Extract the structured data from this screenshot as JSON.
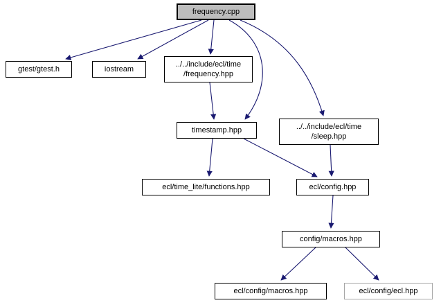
{
  "diagram": {
    "type": "include-dependency-graph",
    "edge_color": "#191970",
    "main_node_fill": "#bdbdbd",
    "nodes": [
      {
        "id": "frequency-cpp",
        "label": "frequency.cpp"
      },
      {
        "id": "gtest-gtest-h",
        "label": "gtest/gtest.h"
      },
      {
        "id": "iostream",
        "label": "iostream"
      },
      {
        "id": "frequency-hpp",
        "label": "../../include/ecl/time\n/frequency.hpp"
      },
      {
        "id": "timestamp-hpp",
        "label": "timestamp.hpp"
      },
      {
        "id": "sleep-hpp",
        "label": "../../include/ecl/time\n/sleep.hpp"
      },
      {
        "id": "functions-hpp",
        "label": "ecl/time_lite/functions.hpp"
      },
      {
        "id": "config-hpp",
        "label": "ecl/config.hpp"
      },
      {
        "id": "config-macros-hpp",
        "label": "config/macros.hpp"
      },
      {
        "id": "ecl-config-macros-hpp",
        "label": "ecl/config/macros.hpp"
      },
      {
        "id": "ecl-config-ecl-hpp",
        "label": "ecl/config/ecl.hpp"
      }
    ],
    "edges": [
      {
        "from": "frequency.cpp",
        "to": "gtest/gtest.h"
      },
      {
        "from": "frequency.cpp",
        "to": "iostream"
      },
      {
        "from": "frequency.cpp",
        "to": "../../include/ecl/time/frequency.hpp"
      },
      {
        "from": "frequency.cpp",
        "to": "timestamp.hpp"
      },
      {
        "from": "frequency.cpp",
        "to": "../../include/ecl/time/sleep.hpp"
      },
      {
        "from": "../../include/ecl/time/frequency.hpp",
        "to": "timestamp.hpp"
      },
      {
        "from": "timestamp.hpp",
        "to": "ecl/time_lite/functions.hpp"
      },
      {
        "from": "timestamp.hpp",
        "to": "ecl/config.hpp"
      },
      {
        "from": "../../include/ecl/time/sleep.hpp",
        "to": "ecl/config.hpp"
      },
      {
        "from": "ecl/config.hpp",
        "to": "config/macros.hpp"
      },
      {
        "from": "config/macros.hpp",
        "to": "ecl/config/macros.hpp"
      },
      {
        "from": "config/macros.hpp",
        "to": "ecl/config/ecl.hpp"
      }
    ]
  }
}
